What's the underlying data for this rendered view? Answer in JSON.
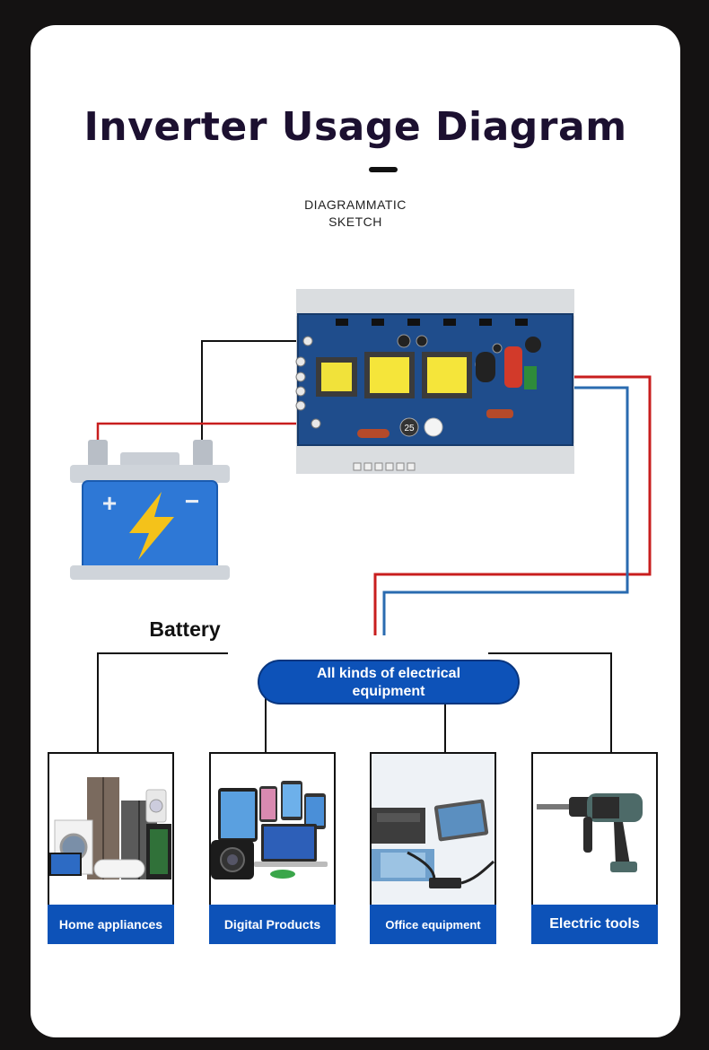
{
  "title": "Inverter Usage Diagram",
  "subtitle": {
    "line1": "DIAGRAMMATIC",
    "line2": "SKETCH"
  },
  "battery_label": "Battery",
  "hub_label": {
    "line1": "All kinds of electrical",
    "line2": "equipment"
  },
  "categories": [
    {
      "label": "Home appliances",
      "icon": "home-appliances-icon"
    },
    {
      "label": "Digital Products",
      "icon": "digital-products-icon"
    },
    {
      "label": "Office equipment",
      "icon": "office-equipment-icon"
    },
    {
      "label": "Electric tools",
      "icon": "electric-drill-icon"
    }
  ],
  "colors": {
    "accent_blue": "#0d52b8",
    "wire_red": "#c81e1e",
    "wire_blue": "#2a6bb0",
    "wire_black": "#111111",
    "title": "#1c1030"
  },
  "battery": {
    "plus": "+",
    "minus": "−"
  },
  "board_marking": "25"
}
